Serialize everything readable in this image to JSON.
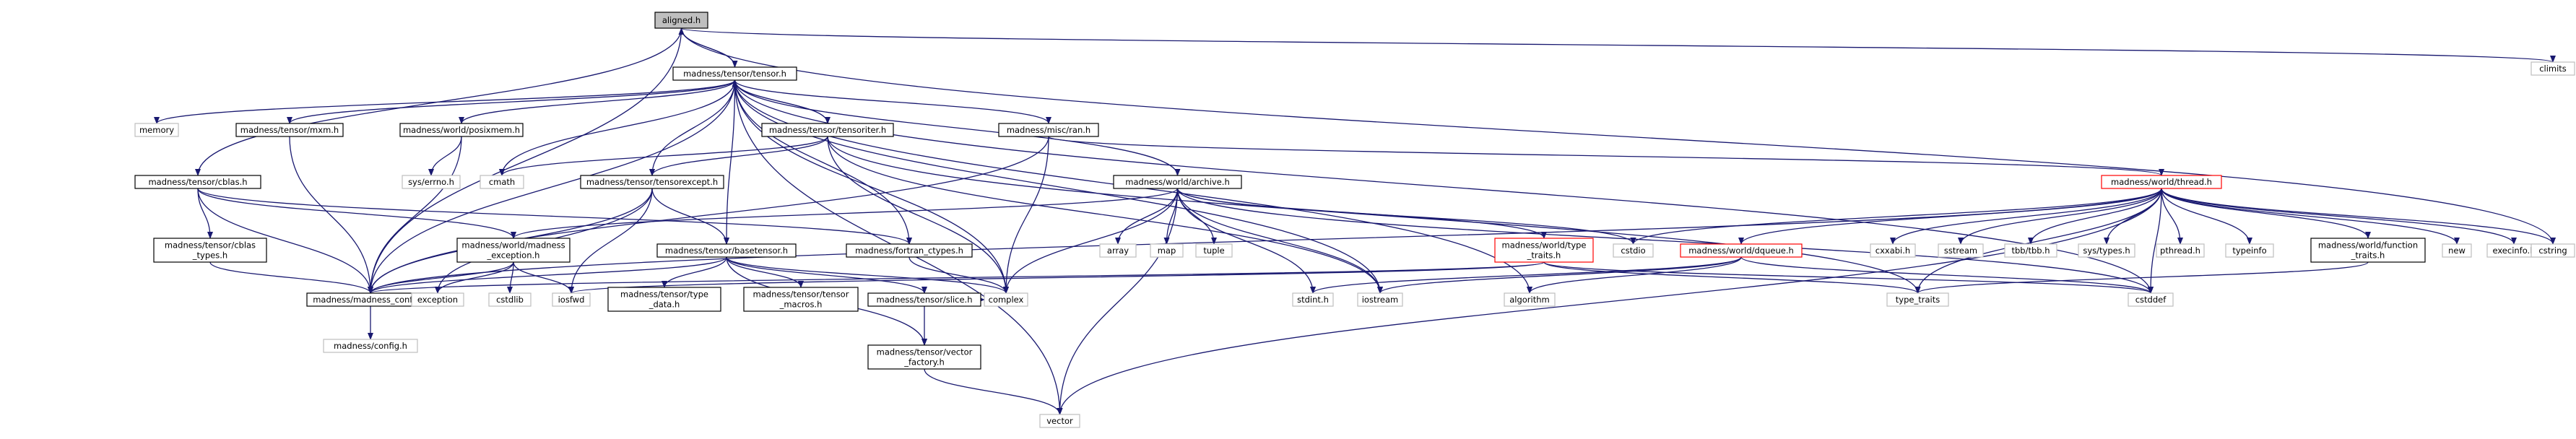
{
  "colors": {
    "edge": "#191970",
    "documented_border": "#000000",
    "undocumented_border": "#bfbfbf",
    "truncated_border": "#ff0000",
    "root_fill": "#bfbfbf",
    "node_fill": "#ffffff",
    "text_doc": "#000000",
    "text_undoc": "#000000"
  },
  "nodes": [
    {
      "id": "aligned",
      "lines": [
        "aligned.h"
      ],
      "kind": "root"
    },
    {
      "id": "climits",
      "lines": [
        "climits"
      ],
      "kind": "undoc"
    },
    {
      "id": "tensor",
      "lines": [
        "madness/tensor/tensor.h"
      ],
      "kind": "doc"
    },
    {
      "id": "memory",
      "lines": [
        "memory"
      ],
      "kind": "undoc"
    },
    {
      "id": "mxm",
      "lines": [
        "madness/tensor/mxm.h"
      ],
      "kind": "doc"
    },
    {
      "id": "posixmem",
      "lines": [
        "madness/world/posixmem.h"
      ],
      "kind": "doc"
    },
    {
      "id": "tensoriter",
      "lines": [
        "madness/tensor/tensoriter.h"
      ],
      "kind": "doc"
    },
    {
      "id": "ran",
      "lines": [
        "madness/misc/ran.h"
      ],
      "kind": "doc"
    },
    {
      "id": "cblas",
      "lines": [
        "madness/tensor/cblas.h"
      ],
      "kind": "doc"
    },
    {
      "id": "cmath",
      "lines": [
        "cmath"
      ],
      "kind": "undoc"
    },
    {
      "id": "errno",
      "lines": [
        "sys/errno.h"
      ],
      "kind": "undoc"
    },
    {
      "id": "tensorexcept",
      "lines": [
        "madness/tensor/tensorexcept.h"
      ],
      "kind": "doc"
    },
    {
      "id": "archive",
      "lines": [
        "madness/world/archive.h"
      ],
      "kind": "doc"
    },
    {
      "id": "thread",
      "lines": [
        "madness/world/thread.h"
      ],
      "kind": "trunc"
    },
    {
      "id": "cblas_types",
      "lines": [
        "madness/tensor/cblas",
        "_types.h"
      ],
      "kind": "doc"
    },
    {
      "id": "madness_exception",
      "lines": [
        "madness/world/madness",
        "_exception.h"
      ],
      "kind": "doc"
    },
    {
      "id": "basetensor",
      "lines": [
        "madness/tensor/basetensor.h"
      ],
      "kind": "doc"
    },
    {
      "id": "fortran_ctypes",
      "lines": [
        "madness/fortran_ctypes.h"
      ],
      "kind": "doc"
    },
    {
      "id": "array",
      "lines": [
        "array"
      ],
      "kind": "undoc"
    },
    {
      "id": "map",
      "lines": [
        "map"
      ],
      "kind": "undoc"
    },
    {
      "id": "tuple",
      "lines": [
        "tuple"
      ],
      "kind": "undoc"
    },
    {
      "id": "wtype_traits",
      "lines": [
        "madness/world/type",
        "_traits.h"
      ],
      "kind": "trunc"
    },
    {
      "id": "cstdio",
      "lines": [
        "cstdio"
      ],
      "kind": "undoc"
    },
    {
      "id": "dqueue",
      "lines": [
        "madness/world/dqueue.h"
      ],
      "kind": "trunc"
    },
    {
      "id": "cxxabi",
      "lines": [
        "cxxabi.h"
      ],
      "kind": "undoc"
    },
    {
      "id": "sstream",
      "lines": [
        "sstream"
      ],
      "kind": "undoc"
    },
    {
      "id": "tbb",
      "lines": [
        "tbb/tbb.h"
      ],
      "kind": "undoc"
    },
    {
      "id": "systypes",
      "lines": [
        "sys/types.h"
      ],
      "kind": "undoc"
    },
    {
      "id": "pthread",
      "lines": [
        "pthread.h"
      ],
      "kind": "undoc"
    },
    {
      "id": "typeinfo",
      "lines": [
        "typeinfo"
      ],
      "kind": "undoc"
    },
    {
      "id": "function_traits",
      "lines": [
        "madness/world/function",
        "_traits.h"
      ],
      "kind": "doc"
    },
    {
      "id": "new",
      "lines": [
        "new"
      ],
      "kind": "undoc"
    },
    {
      "id": "execinfo",
      "lines": [
        "execinfo.h"
      ],
      "kind": "undoc"
    },
    {
      "id": "cstring",
      "lines": [
        "cstring"
      ],
      "kind": "undoc"
    },
    {
      "id": "madness_config",
      "lines": [
        "madness/madness_config.h"
      ],
      "kind": "doc"
    },
    {
      "id": "exception",
      "lines": [
        "exception"
      ],
      "kind": "undoc"
    },
    {
      "id": "cstdlib",
      "lines": [
        "cstdlib"
      ],
      "kind": "undoc"
    },
    {
      "id": "iosfwd",
      "lines": [
        "iosfwd"
      ],
      "kind": "undoc"
    },
    {
      "id": "tensor_type_data",
      "lines": [
        "madness/tensor/type",
        "_data.h"
      ],
      "kind": "doc"
    },
    {
      "id": "tensor_macros",
      "lines": [
        "madness/tensor/tensor",
        "_macros.h"
      ],
      "kind": "doc"
    },
    {
      "id": "slice",
      "lines": [
        "madness/tensor/slice.h"
      ],
      "kind": "doc"
    },
    {
      "id": "complex",
      "lines": [
        "complex"
      ],
      "kind": "undoc"
    },
    {
      "id": "stdint",
      "lines": [
        "stdint.h"
      ],
      "kind": "undoc"
    },
    {
      "id": "iostream",
      "lines": [
        "iostream"
      ],
      "kind": "undoc"
    },
    {
      "id": "algorithm",
      "lines": [
        "algorithm"
      ],
      "kind": "undoc"
    },
    {
      "id": "type_traits",
      "lines": [
        "type_traits"
      ],
      "kind": "undoc"
    },
    {
      "id": "cstddef",
      "lines": [
        "cstddef"
      ],
      "kind": "undoc"
    },
    {
      "id": "madness_config_h",
      "lines": [
        "madness/config.h"
      ],
      "kind": "undoc"
    },
    {
      "id": "vector_factory",
      "lines": [
        "madness/tensor/vector",
        "_factory.h"
      ],
      "kind": "doc"
    },
    {
      "id": "vector",
      "lines": [
        "vector"
      ],
      "kind": "undoc"
    }
  ],
  "edges": [
    [
      "aligned",
      "tensor"
    ],
    [
      "aligned",
      "climits"
    ],
    [
      "aligned",
      "cblas"
    ],
    [
      "aligned",
      "madness_config"
    ],
    [
      "aligned",
      "cstring"
    ],
    [
      "tensor",
      "aligned"
    ],
    [
      "tensor",
      "memory"
    ],
    [
      "tensor",
      "mxm"
    ],
    [
      "tensor",
      "posixmem"
    ],
    [
      "tensor",
      "tensoriter"
    ],
    [
      "tensor",
      "ran"
    ],
    [
      "tensor",
      "cmath"
    ],
    [
      "tensor",
      "tensorexcept"
    ],
    [
      "tensor",
      "archive"
    ],
    [
      "tensor",
      "basetensor"
    ],
    [
      "tensor",
      "complex"
    ],
    [
      "tensor",
      "madness_config"
    ],
    [
      "tensor",
      "vector"
    ],
    [
      "tensor",
      "algorithm"
    ],
    [
      "tensor",
      "iostream"
    ],
    [
      "tensor",
      "cstddef"
    ],
    [
      "tensor",
      "fortran_ctypes"
    ],
    [
      "mxm",
      "madness_config"
    ],
    [
      "posixmem",
      "errno"
    ],
    [
      "posixmem",
      "madness_config"
    ],
    [
      "tensoriter",
      "tensor"
    ],
    [
      "tensoriter",
      "tensorexcept"
    ],
    [
      "tensoriter",
      "cmath"
    ],
    [
      "tensoriter",
      "complex"
    ],
    [
      "tensoriter",
      "iostream"
    ],
    [
      "tensoriter",
      "type_traits"
    ],
    [
      "ran",
      "thread"
    ],
    [
      "ran",
      "complex"
    ],
    [
      "ran",
      "madness_config"
    ],
    [
      "cblas",
      "cblas_types"
    ],
    [
      "cblas",
      "madness_exception"
    ],
    [
      "cblas",
      "madness_config"
    ],
    [
      "cblas",
      "fortran_ctypes"
    ],
    [
      "tensorexcept",
      "basetensor"
    ],
    [
      "tensorexcept",
      "exception"
    ],
    [
      "tensorexcept",
      "iosfwd"
    ],
    [
      "tensorexcept",
      "madness_config"
    ],
    [
      "archive",
      "array"
    ],
    [
      "archive",
      "map"
    ],
    [
      "archive",
      "tuple"
    ],
    [
      "archive",
      "wtype_traits"
    ],
    [
      "archive",
      "cstdio"
    ],
    [
      "archive",
      "madness_exception"
    ],
    [
      "archive",
      "complex"
    ],
    [
      "archive",
      "iostream"
    ],
    [
      "archive",
      "vector"
    ],
    [
      "archive",
      "stdint"
    ],
    [
      "archive",
      "cstddef"
    ],
    [
      "thread",
      "cstdio"
    ],
    [
      "thread",
      "dqueue"
    ],
    [
      "thread",
      "cxxabi"
    ],
    [
      "thread",
      "sstream"
    ],
    [
      "thread",
      "tbb"
    ],
    [
      "thread",
      "systypes"
    ],
    [
      "thread",
      "pthread"
    ],
    [
      "thread",
      "typeinfo"
    ],
    [
      "thread",
      "function_traits"
    ],
    [
      "thread",
      "new"
    ],
    [
      "thread",
      "execinfo"
    ],
    [
      "thread",
      "cstring"
    ],
    [
      "thread",
      "cstddef"
    ],
    [
      "thread",
      "vector"
    ],
    [
      "thread",
      "type_traits"
    ],
    [
      "thread",
      "madness_config"
    ],
    [
      "cblas_types",
      "madness_config"
    ],
    [
      "madness_exception",
      "exception"
    ],
    [
      "madness_exception",
      "cstdlib"
    ],
    [
      "madness_exception",
      "iosfwd"
    ],
    [
      "madness_exception",
      "madness_config"
    ],
    [
      "basetensor",
      "tensor_type_data"
    ],
    [
      "basetensor",
      "tensor_macros"
    ],
    [
      "basetensor",
      "slice"
    ],
    [
      "basetensor",
      "vector_factory"
    ],
    [
      "basetensor",
      "complex"
    ],
    [
      "basetensor",
      "madness_config"
    ],
    [
      "fortran_ctypes",
      "complex"
    ],
    [
      "wtype_traits",
      "type_traits"
    ],
    [
      "wtype_traits",
      "iosfwd"
    ],
    [
      "wtype_traits",
      "cstddef"
    ],
    [
      "wtype_traits",
      "madness_config"
    ],
    [
      "dqueue",
      "algorithm"
    ],
    [
      "dqueue",
      "iostream"
    ],
    [
      "dqueue",
      "stdint"
    ],
    [
      "dqueue",
      "cstddef"
    ],
    [
      "function_traits",
      "type_traits"
    ],
    [
      "madness_config",
      "madness_config_h"
    ],
    [
      "slice",
      "vector_factory"
    ],
    [
      "slice",
      "complex"
    ],
    [
      "vector_factory",
      "vector"
    ]
  ]
}
